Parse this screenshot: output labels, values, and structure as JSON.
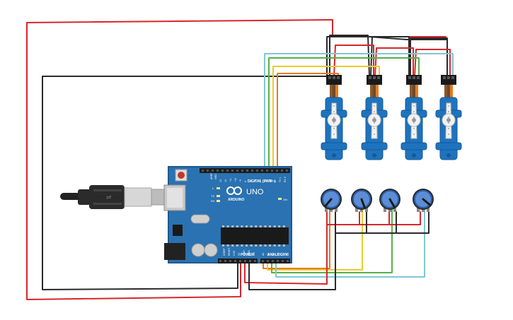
{
  "board": {
    "logo_text": "ARDUINO",
    "model_text": "UNO",
    "digital_header_label": "DIGITAL (PWM~)",
    "power_header_label": "POWER",
    "analog_header_label": "ANALOG IN",
    "on_led_label": "ON",
    "l_led_label": "L",
    "tx_led_label": "TX",
    "rx_led_label": "RX",
    "aref_label": "AREF",
    "gnd_label": "GND",
    "digital_pins": [
      "13",
      "12",
      "~11",
      "~10",
      "~9",
      "8",
      "7",
      "~6",
      "~5",
      "4",
      "~3",
      "2",
      "TX 1",
      "RX 0"
    ],
    "power_pins": [
      "IOREF",
      "RESET",
      "3.3V",
      "5V",
      "GND",
      "GND",
      "Vin"
    ],
    "analog_pins": [
      "A0",
      "A1",
      "A2",
      "A3",
      "A4",
      "A5"
    ]
  },
  "components": {
    "servos": [
      "servo-1",
      "servo-2",
      "servo-3",
      "servo-4"
    ],
    "potentiometers": [
      "pot-1",
      "pot-2",
      "pot-3",
      "pot-4"
    ],
    "usb_cable": "usb-cable"
  },
  "colors": {
    "board_blue": "#2a72b1",
    "board_edge": "#1e5a8e",
    "servo_blue": "#1e73be",
    "wire_red": "#d8262b",
    "wire_black": "#2a2a2a",
    "wire_cyan": "#7fc7d6",
    "wire_green": "#58b04a",
    "wire_yellow": "#e8cc2a",
    "wire_orange": "#e87a1e",
    "pot_blue": "#5b8ed6"
  }
}
